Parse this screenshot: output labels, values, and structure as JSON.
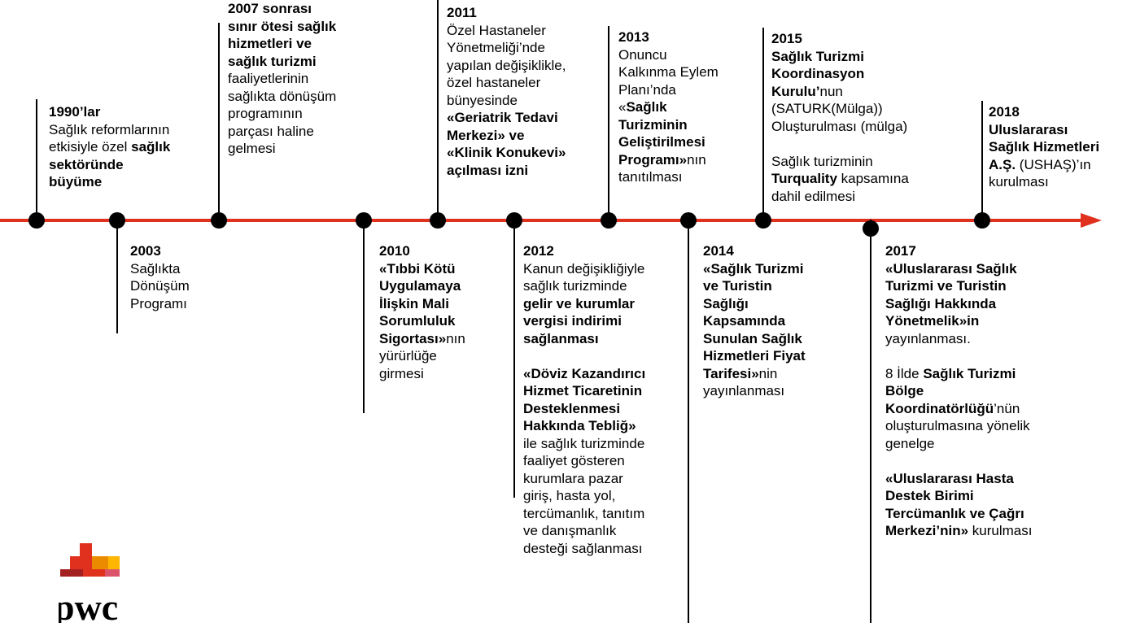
{
  "timeline": {
    "accent_color": "#e0301e",
    "events": [
      {
        "id": "e1990",
        "year": "1990’lar",
        "lines": [
          [
            {
              "t": "Sağlık reformlarının"
            }
          ],
          [
            {
              "t": "etkisiyle özel "
            },
            {
              "t": "sağlık",
              "b": true
            }
          ],
          [
            {
              "t": "sektöründe",
              "b": true
            }
          ],
          [
            {
              "t": "büyüme",
              "b": true
            }
          ]
        ]
      },
      {
        "id": "e2003",
        "year": "2003",
        "lines": [
          [
            {
              "t": "Sağlıkta"
            }
          ],
          [
            {
              "t": "Dönüşüm"
            }
          ],
          [
            {
              "t": "Programı"
            }
          ]
        ]
      },
      {
        "id": "e2007",
        "year": "2007 sonrası",
        "lines": [
          [
            {
              "t": "sınır ötesi sağlık",
              "b": true
            }
          ],
          [
            {
              "t": "hizmetleri ve",
              "b": true
            }
          ],
          [
            {
              "t": "sağlık turizmi",
              "b": true
            }
          ],
          [
            {
              "t": "faaliyetlerinin"
            }
          ],
          [
            {
              "t": "sağlıkta dönüşüm"
            }
          ],
          [
            {
              "t": "programının"
            }
          ],
          [
            {
              "t": "parçası haline"
            }
          ],
          [
            {
              "t": "gelmesi"
            }
          ]
        ]
      },
      {
        "id": "e2010",
        "year": "2010",
        "lines": [
          [
            {
              "t": "«Tıbbi Kötü",
              "b": true
            }
          ],
          [
            {
              "t": "Uygulamaya",
              "b": true
            }
          ],
          [
            {
              "t": "İlişkin Mali",
              "b": true
            }
          ],
          [
            {
              "t": "Sorumluluk",
              "b": true
            }
          ],
          [
            {
              "t": "Sigortası»",
              "b": true
            },
            {
              "t": "nın"
            }
          ],
          [
            {
              "t": "yürürlüğe"
            }
          ],
          [
            {
              "t": "girmesi"
            }
          ]
        ]
      },
      {
        "id": "e2011",
        "year": "2011",
        "lines": [
          [
            {
              "t": "Özel Hastaneler"
            }
          ],
          [
            {
              "t": "Yönetmeliği’nde"
            }
          ],
          [
            {
              "t": "yapılan değişiklikle,"
            }
          ],
          [
            {
              "t": "özel hastaneler"
            }
          ],
          [
            {
              "t": "bünyesinde"
            }
          ],
          [
            {
              "t": "«Geriatrik Tedavi",
              "b": true
            }
          ],
          [
            {
              "t": "Merkezi» ve",
              "b": true
            }
          ],
          [
            {
              "t": "«Klinik Konukevi»",
              "b": true
            }
          ],
          [
            {
              "t": "açılması izni",
              "b": true
            }
          ]
        ]
      },
      {
        "id": "e2012",
        "year": "2012",
        "lines": [
          [
            {
              "t": "Kanun değişikliğiyle"
            }
          ],
          [
            {
              "t": "sağlık turizminde"
            }
          ],
          [
            {
              "t": "gelir ve kurumlar",
              "b": true
            }
          ],
          [
            {
              "t": "vergisi indirimi",
              "b": true
            }
          ],
          [
            {
              "t": "sağlanması",
              "b": true
            }
          ],
          [],
          [
            {
              "t": "«Döviz Kazandırıcı",
              "b": true
            }
          ],
          [
            {
              "t": "Hizmet Ticaretinin",
              "b": true
            }
          ],
          [
            {
              "t": "Desteklenmesi",
              "b": true
            }
          ],
          [
            {
              "t": "Hakkında Tebliğ»",
              "b": true
            }
          ],
          [
            {
              "t": "ile sağlık turizminde"
            }
          ],
          [
            {
              "t": "faaliyet gösteren"
            }
          ],
          [
            {
              "t": "kurumlara pazar"
            }
          ],
          [
            {
              "t": "giriş, hasta yol,"
            }
          ],
          [
            {
              "t": "tercümanlık, tanıtım"
            }
          ],
          [
            {
              "t": "ve danışmanlık"
            }
          ],
          [
            {
              "t": "desteği sağlanması"
            }
          ]
        ]
      },
      {
        "id": "e2013",
        "year": "2013",
        "lines": [
          [
            {
              "t": "Onuncu"
            }
          ],
          [
            {
              "t": "Kalkınma Eylem"
            }
          ],
          [
            {
              "t": "Planı’nda"
            }
          ],
          [
            {
              "t": "«"
            },
            {
              "t": "Sağlık",
              "b": true
            }
          ],
          [
            {
              "t": "Turizminin",
              "b": true
            }
          ],
          [
            {
              "t": "Geliştirilmesi",
              "b": true
            }
          ],
          [
            {
              "t": "Programı»",
              "b": true
            },
            {
              "t": "nın"
            }
          ],
          [
            {
              "t": "tanıtılması"
            }
          ]
        ]
      },
      {
        "id": "e2014",
        "year": "2014",
        "lines": [
          [
            {
              "t": "«Sağlık Turizmi",
              "b": true
            }
          ],
          [
            {
              "t": "ve Turistin",
              "b": true
            }
          ],
          [
            {
              "t": "Sağlığı",
              "b": true
            }
          ],
          [
            {
              "t": "Kapsamında",
              "b": true
            }
          ],
          [
            {
              "t": "Sunulan Sağlık",
              "b": true
            }
          ],
          [
            {
              "t": "Hizmetleri Fiyat",
              "b": true
            }
          ],
          [
            {
              "t": "Tarifesi»",
              "b": true
            },
            {
              "t": "nin"
            }
          ],
          [
            {
              "t": "yayınlanması"
            }
          ]
        ]
      },
      {
        "id": "e2015",
        "year": "2015",
        "lines": [
          [
            {
              "t": "Sağlık Turizmi",
              "b": true
            }
          ],
          [
            {
              "t": "Koordinasyon",
              "b": true
            }
          ],
          [
            {
              "t": "Kurulu’",
              "b": true
            },
            {
              "t": "nun"
            }
          ],
          [
            {
              "t": "(SATURK(Mülga))"
            }
          ],
          [
            {
              "t": "Oluşturulması (mülga)"
            }
          ],
          [],
          [
            {
              "t": "Sağlık turizminin"
            }
          ],
          [
            {
              "t": "Turquality",
              "b": true
            },
            {
              "t": " kapsamına"
            }
          ],
          [
            {
              "t": "dahil edilmesi"
            }
          ]
        ]
      },
      {
        "id": "e2017",
        "year": "2017",
        "lines": [
          [
            {
              "t": "«Uluslararası Sağlık",
              "b": true
            }
          ],
          [
            {
              "t": "Turizmi ve Turistin",
              "b": true
            }
          ],
          [
            {
              "t": "Sağlığı Hakkında",
              "b": true
            }
          ],
          [
            {
              "t": "Yönetmelik»in",
              "b": true
            }
          ],
          [
            {
              "t": "yayınlanması."
            }
          ],
          [],
          [
            {
              "t": "8 İlde "
            },
            {
              "t": "Sağlık Turizmi",
              "b": true
            }
          ],
          [
            {
              "t": "Bölge",
              "b": true
            }
          ],
          [
            {
              "t": "Koordinatörlüğü",
              "b": true
            },
            {
              "t": "’nün"
            }
          ],
          [
            {
              "t": "oluşturulmasına yönelik"
            }
          ],
          [
            {
              "t": "genelge"
            }
          ],
          [],
          [
            {
              "t": "«Uluslararası Hasta",
              "b": true
            }
          ],
          [
            {
              "t": "Destek Birimi",
              "b": true
            }
          ],
          [
            {
              "t": "Tercümanlık ve Çağrı",
              "b": true
            }
          ],
          [
            {
              "t": "Merkezi’nin»",
              "b": true
            },
            {
              "t": " kurulması"
            }
          ]
        ]
      },
      {
        "id": "e2018",
        "year": "2018",
        "lines": [
          [
            {
              "t": "Uluslararası",
              "b": true
            }
          ],
          [
            {
              "t": "Sağlık Hizmetleri",
              "b": true
            }
          ],
          [
            {
              "t": "A.Ş.",
              "b": true
            },
            {
              "t": " (USHAŞ)’ın"
            }
          ],
          [
            {
              "t": "kurulması"
            }
          ]
        ]
      }
    ]
  },
  "logo": {
    "text": "pwc",
    "colors": [
      "#e0301e",
      "#eb8c00",
      "#ffb600",
      "#db536a",
      "#a32020"
    ]
  }
}
